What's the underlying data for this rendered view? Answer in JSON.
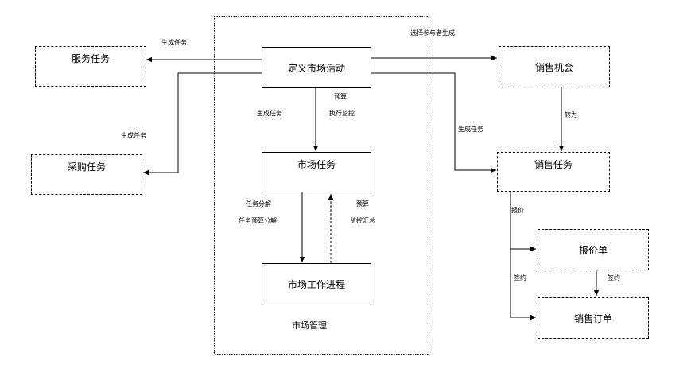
{
  "container": {
    "label": "市场管理"
  },
  "nodes": {
    "define_activity": "定义市场活动",
    "market_task": "市场任务",
    "work_process": "市场工作进程",
    "service_task": "服务任务",
    "purchase_task": "采购任务",
    "sales_opportunity": "销售机会",
    "sales_task": "销售任务",
    "quotation": "报价单",
    "sales_order": "销售订单"
  },
  "edge_labels": {
    "gen_service": "生成任务",
    "gen_purchase": "生成任务",
    "select_generate": "选择参与者生成",
    "gen_sales_task": "生成任务",
    "convert": "转为",
    "gen_market": "生成任务",
    "budget_1": "预算",
    "exec_monitor": "执行监控",
    "task_split": "任务分解",
    "task_budget_split": "任务预算分解",
    "budget_2": "预算",
    "monitor_summary": "监控汇总",
    "quote": "报价",
    "sign_1": "签约",
    "sign_2": "签约"
  }
}
